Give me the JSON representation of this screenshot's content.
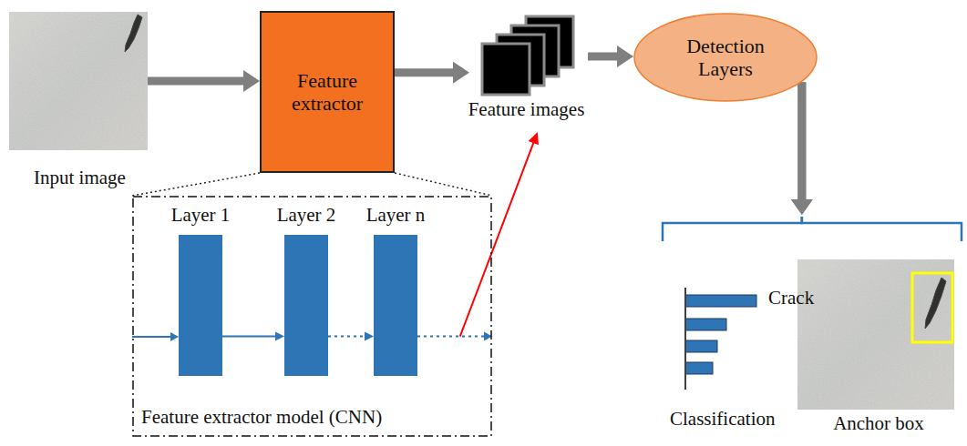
{
  "diagram": {
    "nodes": [
      {
        "text": [
          "Input image"
        ]
      },
      {
        "text": [
          "Feature extractor"
        ]
      },
      {
        "text": [
          "Feature images"
        ]
      },
      {
        "text": [
          "Detection Layers"
        ]
      },
      {
        "text": [
          "Feature extractor model (CNN)"
        ]
      },
      {
        "text": [
          "Layer 1"
        ],
        "in": 4
      },
      {
        "text": [
          "Layer 2"
        ],
        "in": 4
      },
      {
        "text": [
          "Layer n"
        ],
        "in": 4
      },
      {
        "text": [
          "Crack",
          "Classification"
        ]
      },
      {
        "text": [
          "Anchor box"
        ]
      }
    ],
    "edges": [
      {
        "from": 0,
        "to": 1,
        "arrow": "to"
      },
      {
        "from": 1,
        "to": 2,
        "arrow": "to"
      },
      {
        "from": 2,
        "to": 3,
        "arrow": "to"
      },
      {
        "from": 5,
        "to": 6,
        "arrow": "to"
      },
      {
        "from": 6,
        "to": 7,
        "arrow": "to"
      },
      {
        "from": 7,
        "to": 2,
        "arrow": "to"
      },
      {
        "from": 3,
        "to": 8,
        "arrow": "none"
      },
      {
        "from": 3,
        "to": 9,
        "arrow": "none"
      }
    ]
  }
}
